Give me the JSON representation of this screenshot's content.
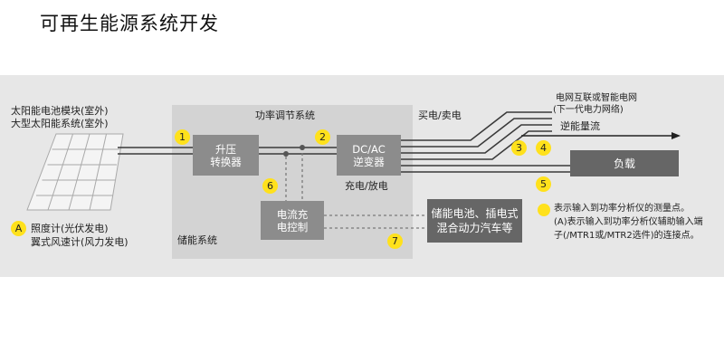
{
  "title": "可再生能源系统开发",
  "labels": {
    "solar_module": "太阳能电池模块(室外)",
    "solar_system": "大型太阳能系统(室外)",
    "pcs": "功率调节系统",
    "buy_sell": "买电/卖电",
    "grid_line1": "电网互联或智能电网",
    "grid_line2": "(下一代电力网络)",
    "reverse_flow": "逆能量流",
    "charge_discharge": "充电/放电",
    "storage_system": "储能系统",
    "irradiance": "照度计(光伏发电)",
    "anemometer": "翼式风速计(风力发电)"
  },
  "blocks": {
    "boost_line1": "升压",
    "boost_line2": "转换器",
    "inverter_line1": "DC/AC",
    "inverter_line2": "逆变器",
    "charge_ctrl_line1": "电流充",
    "charge_ctrl_line2": "电控制",
    "battery_line1": "储能电池、插电式",
    "battery_line2": "混合动力汽车等",
    "load": "负载"
  },
  "badges": {
    "b1": "1",
    "b2": "2",
    "b3": "3",
    "b4": "4",
    "b5": "5",
    "b6": "6",
    "b7": "7",
    "bA": "A"
  },
  "legend": {
    "line1": "表示输入到功率分析仪的测量点。",
    "line2": "(A)表示输入到功率分析仪辅助输入端",
    "line3": "子(/MTR1或/MTR2选件)的连接点。"
  },
  "colors": {
    "badge": "#ffe11c",
    "block": "#8c8c8c",
    "block_dark": "#666666",
    "band": "#e7e7e7",
    "pcs_box": "#d3d3d3"
  }
}
